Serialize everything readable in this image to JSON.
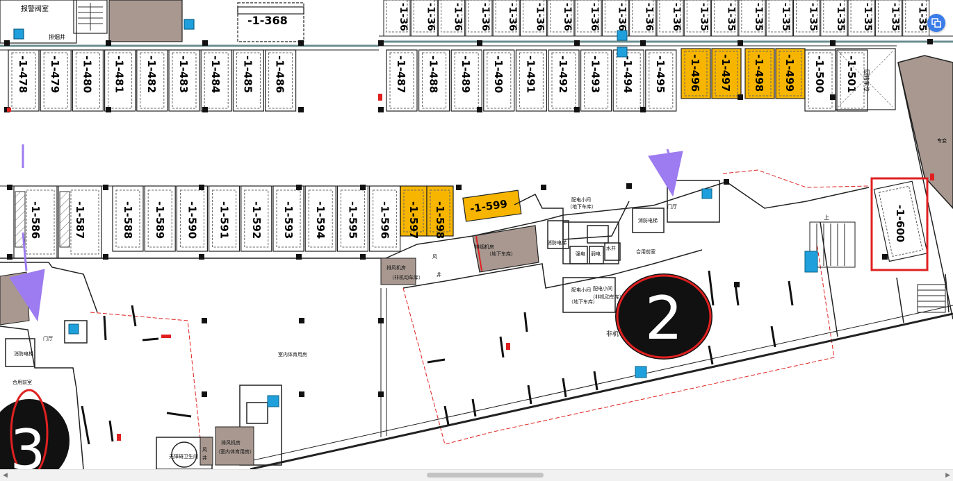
{
  "colors": {
    "line": "#222222",
    "hatch_gray": "#a89890",
    "parking_yellow": "#f7b500",
    "accent_red": "#e02020",
    "arrow_purple": "#9d7bf0",
    "fixture_blue": "#1fa0dc",
    "float_button": "#3b7de8"
  },
  "top_labels": {
    "alarm_room": "报警阀室",
    "exhaust_well": "排烟井",
    "top_space": "-1-368"
  },
  "top_row": [
    "-1-36",
    "-1-36",
    "-1-36",
    "-1-36",
    "-1-36",
    "-1-36",
    "-1-36",
    "-1-36",
    "-1-36",
    "-1-36",
    "-1-36",
    "-1-35",
    "-1-35",
    "-1-35",
    "-1-35",
    "-1-35",
    "-1-35",
    "-1-35",
    "-1-35",
    "-1-35"
  ],
  "row_a_left": [
    "-1-478",
    "-1-479",
    "-1-480",
    "-1-481",
    "-1-482",
    "-1-483",
    "-1-484",
    "-1-485",
    "-1-486"
  ],
  "row_a_right": [
    "-1-487",
    "-1-488",
    "-1-489",
    "-1-490",
    "-1-491",
    "-1-492",
    "-1-493",
    "-1-494",
    "-1-495"
  ],
  "row_a_yellow": [
    "-1-496",
    "-1-497",
    "-1-498",
    "-1-499"
  ],
  "row_a_far": [
    "-1-500",
    "-1-501"
  ],
  "reserved_space": "回转车位",
  "row_b_accessible": [
    "-1-586",
    "-1-587"
  ],
  "row_b": [
    "-1-588",
    "-1-589",
    "-1-590",
    "-1-591",
    "-1-592",
    "-1-593",
    "-1-594",
    "-1-595",
    "-1-596"
  ],
  "row_b_yellow": [
    "-1-597",
    "-1-598"
  ],
  "space_599": "-1-599",
  "space_600": "-1-600",
  "rooms": {
    "distribution_room": "配电小间",
    "underground_garage": "（地下车库）",
    "exhaust_machine_room": "排烟机房",
    "exhaust_fan_room": "排风机房",
    "non_motor_garage": "（非机动车库）",
    "lobby": "门厅",
    "unified_lobby": "合用前室",
    "fire_pump_room": "消防电梯",
    "water_well": "水井",
    "elec_well": "强电",
    "weak_well": "弱电",
    "indoor_sports": "室内体育用房",
    "indoor_sports_paren": "（室内体育用房）",
    "non_motor": "非机",
    "barrier_free_wc": "无障碍卫生间",
    "wind": "风",
    "well": "井",
    "up": "上",
    "side_label": "专变"
  },
  "markers": {
    "two": "2",
    "three": "3"
  }
}
